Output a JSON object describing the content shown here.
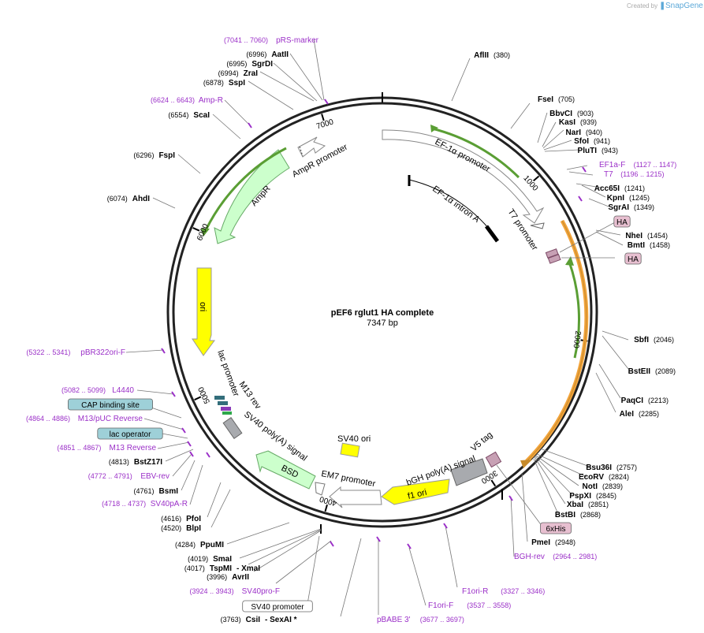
{
  "header": {
    "created_by": "Created by",
    "brand": "SnapGene"
  },
  "plasmid": {
    "name": "pEF6 rglut1 HA complete",
    "size_label": "7347 bp",
    "length": 7347
  },
  "colors": {
    "feature_purple": "#9b30c8",
    "enzyme_black": "#000000",
    "promoter_fill": "#ffffff",
    "ori_yellow": "#ffff00",
    "ampr_green": "#ccffcc",
    "gray": "#a8aaae",
    "orange_orf": "#f0a030",
    "green_orf": "#55bb33",
    "blue_label": "#9ed0d8",
    "pink_label": "#e7bfd0"
  },
  "ticks": [
    {
      "pos": 1000,
      "label": "1000"
    },
    {
      "pos": 2000,
      "label": "2000"
    },
    {
      "pos": 3000,
      "label": "3000"
    },
    {
      "pos": 4000,
      "label": "4000"
    },
    {
      "pos": 5000,
      "label": "5000"
    },
    {
      "pos": 6000,
      "label": "6000"
    },
    {
      "pos": 7000,
      "label": "7000"
    }
  ],
  "enzymes": [
    {
      "name": "AflII",
      "pos": "(380)"
    },
    {
      "name": "FseI",
      "pos": "(705)"
    },
    {
      "name": "BbvCI",
      "pos": "(903)"
    },
    {
      "name": "KasI",
      "pos": "(939)"
    },
    {
      "name": "NarI",
      "pos": "(940)"
    },
    {
      "name": "SfoI",
      "pos": "(941)"
    },
    {
      "name": "PluTI",
      "pos": "(943)"
    },
    {
      "name": "Acc65I",
      "pos": "(1241)"
    },
    {
      "name": "KpnI",
      "pos": "(1245)"
    },
    {
      "name": "SgrAI",
      "pos": "(1349)"
    },
    {
      "name": "NheI",
      "pos": "(1454)"
    },
    {
      "name": "BmtI",
      "pos": "(1458)"
    },
    {
      "name": "SbfI",
      "pos": "(2046)"
    },
    {
      "name": "BstEII",
      "pos": "(2089)"
    },
    {
      "name": "PaqCI",
      "pos": "(2213)"
    },
    {
      "name": "AleI",
      "pos": "(2285)"
    },
    {
      "name": "Bsu36I",
      "pos": "(2757)"
    },
    {
      "name": "EcoRV",
      "pos": "(2824)"
    },
    {
      "name": "NotI",
      "pos": "(2839)"
    },
    {
      "name": "PspXI",
      "pos": "(2845)"
    },
    {
      "name": "XbaI",
      "pos": "(2851)"
    },
    {
      "name": "BstBI",
      "pos": "(2868)"
    },
    {
      "name": "PmeI",
      "pos": "(2948)"
    },
    {
      "name": "CsiI",
      "pos": "(3763)",
      "extra": "- SexAI *"
    },
    {
      "name": "AvrII",
      "pos": "(3996)"
    },
    {
      "name": "TspMI",
      "pos": "(4017)",
      "extra": "- XmaI"
    },
    {
      "name": "SmaI",
      "pos": "(4019)"
    },
    {
      "name": "PpuMI",
      "pos": "(4284)"
    },
    {
      "name": "BlpI",
      "pos": "(4520)"
    },
    {
      "name": "PfoI",
      "pos": "(4616)"
    },
    {
      "name": "BsmI",
      "pos": "(4761)"
    },
    {
      "name": "BstZ17I",
      "pos": "(4813)"
    },
    {
      "name": "AhdI",
      "pos": "(6074)"
    },
    {
      "name": "FspI",
      "pos": "(6296)"
    },
    {
      "name": "ScaI",
      "pos": "(6554)"
    },
    {
      "name": "SspI",
      "pos": "(6878)"
    },
    {
      "name": "ZraI",
      "pos": "(6994)"
    },
    {
      "name": "SgrDI",
      "pos": "(6995)"
    },
    {
      "name": "AatII",
      "pos": "(6996)"
    }
  ],
  "primers": [
    {
      "name": "pRS-marker",
      "range": "(7041 .. 7060)"
    },
    {
      "name": "Amp-R",
      "range": "(6624 .. 6643)"
    },
    {
      "name": "EF1a-F",
      "range": "(1127 .. 1147)"
    },
    {
      "name": "T7",
      "range": "(1196 .. 1215)"
    },
    {
      "name": "pBR322ori-F",
      "range": "(5322 .. 5341)"
    },
    {
      "name": "L4440",
      "range": "(5082 .. 5099)"
    },
    {
      "name": "M13/pUC Reverse",
      "range": "(4864 .. 4886)"
    },
    {
      "name": "M13 Reverse",
      "range": "(4851 .. 4867)"
    },
    {
      "name": "EBV-rev",
      "range": "(4772 .. 4791)"
    },
    {
      "name": "SV40pA-R",
      "range": "(4718 .. 4737)"
    },
    {
      "name": "SV40pro-F",
      "range": "(3924 .. 3943)"
    },
    {
      "name": "BGH-rev",
      "range": "(2964 .. 2981)"
    },
    {
      "name": "F1ori-R",
      "range": "(3327 .. 3346)"
    },
    {
      "name": "F1ori-F",
      "range": "(3537 .. 3558)"
    },
    {
      "name": "pBABE 3'",
      "range": "(3677 .. 3697)"
    }
  ],
  "boxed_labels": {
    "ha1": "HA",
    "ha2": "HA",
    "his": "6xHis",
    "cap": "CAP binding site",
    "lac_op": "lac operator",
    "sv40_promoter": "SV40 promoter"
  },
  "features": {
    "ef1a_promoter": "EF-1α promoter",
    "ef1a_intron": "EF-1α intron A",
    "t7_promoter": "T7 promoter",
    "v5_tag": "V5 tag",
    "bgh": "bGH poly(A) signal",
    "f1_ori": "f1 ori",
    "sv40_ori": "SV40 ori",
    "em7": "EM7 promoter",
    "bsd": "BSD",
    "sv40_polya": "SV40 poly(A) signal",
    "m13_rev": "M13 rev",
    "lac_promoter": "lac promoter",
    "ori": "ori",
    "ampr": "AmpR",
    "ampr_promoter": "AmpR promoter"
  }
}
